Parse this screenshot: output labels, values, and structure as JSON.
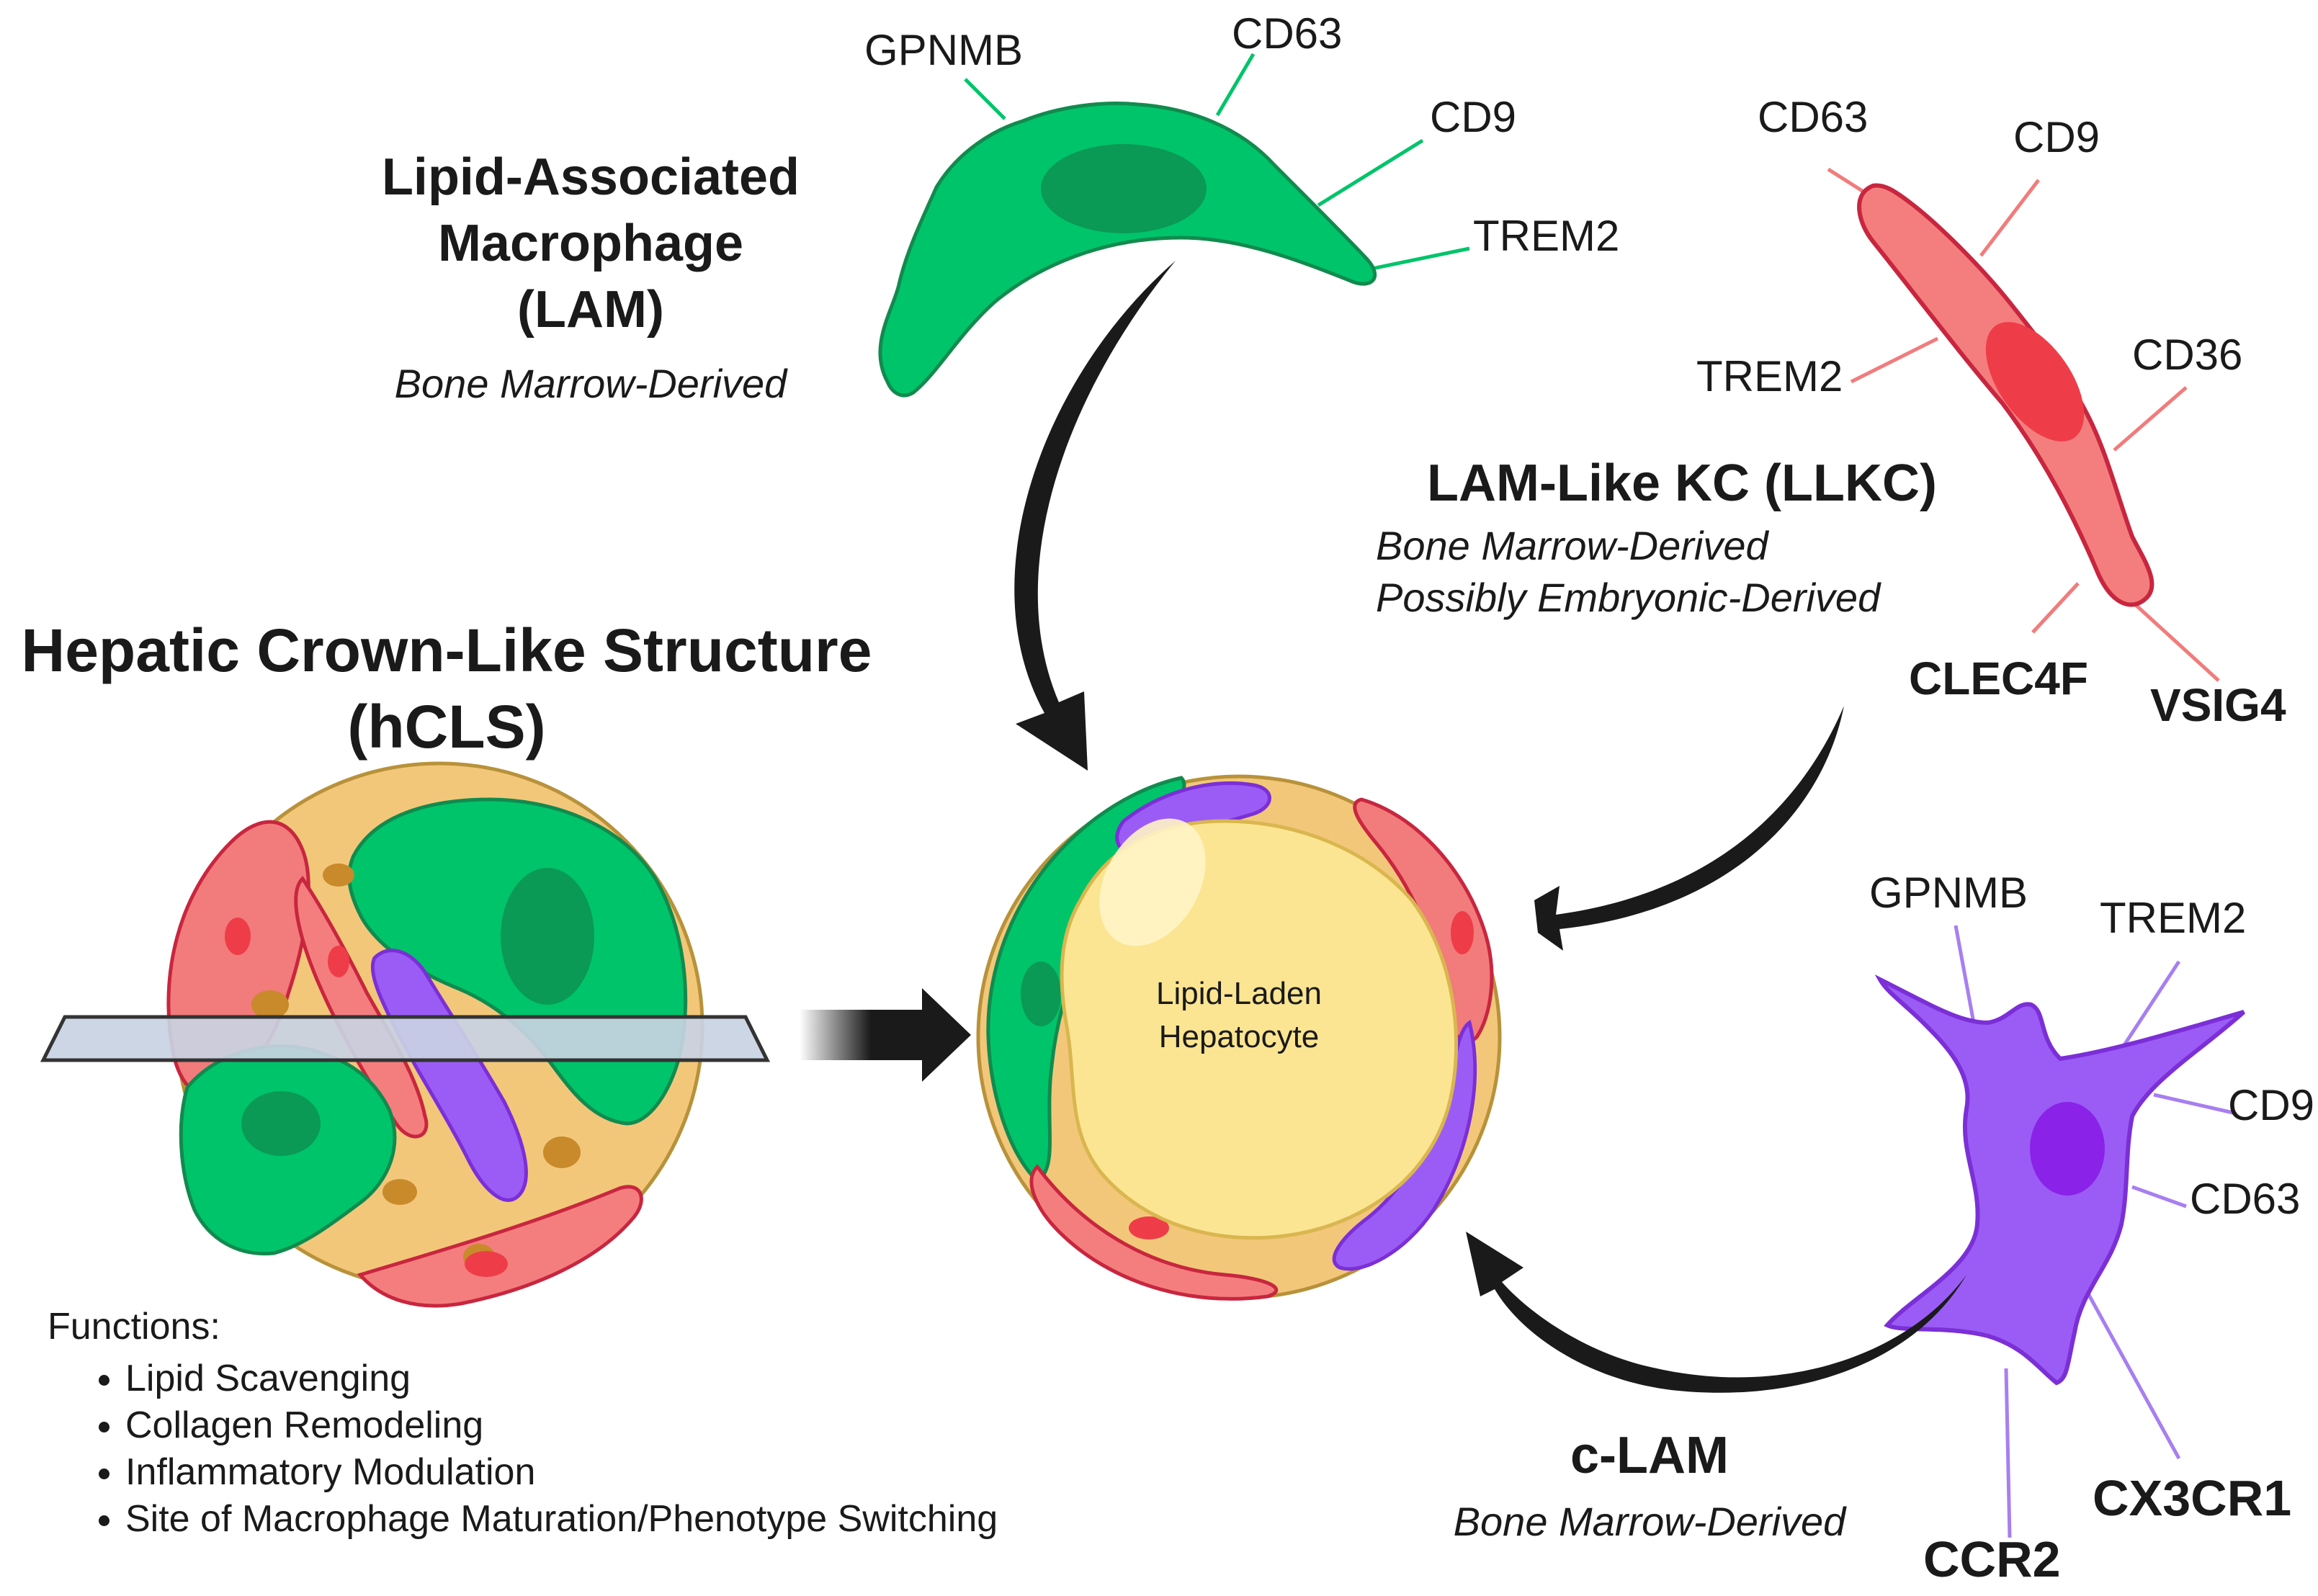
{
  "lam": {
    "title_lines": [
      "Lipid-Associated",
      "Macrophage",
      "(LAM)"
    ],
    "origin": "Bone Marrow-Derived",
    "markers": [
      "GPNMB",
      "CD63",
      "CD9",
      "TREM2"
    ],
    "color": "#00c46a"
  },
  "llkc": {
    "title": "LAM-Like KC (LLKC)",
    "origin_lines": [
      "Bone Marrow-Derived",
      "Possibly Embryonic-Derived"
    ],
    "markers": [
      "CD63",
      "CD9",
      "TREM2",
      "CD36"
    ],
    "bold_markers": [
      "CLEC4F",
      "VSIG4"
    ],
    "color": "#f46d6d"
  },
  "clam": {
    "title": "c-LAM",
    "origin": "Bone Marrow-Derived",
    "markers": [
      "GPNMB",
      "TREM2",
      "CD9",
      "CD63"
    ],
    "bold_markers": [
      "CX3CR1",
      "CCR2"
    ],
    "color": "#9b5cf6"
  },
  "hcls": {
    "title_lines": [
      "Hepatic Crown-Like Structure",
      "(hCLS)"
    ],
    "functions_heading": "Functions:",
    "functions": [
      "Lipid Scavenging",
      "Collagen Remodeling",
      "Inflammatory Modulation",
      "Site of Macrophage Maturation/Phenotype Switching"
    ]
  },
  "hepatocyte": {
    "label_lines": [
      "Lipid-Laden",
      "Hepatocyte"
    ],
    "color": "#fbe592"
  }
}
